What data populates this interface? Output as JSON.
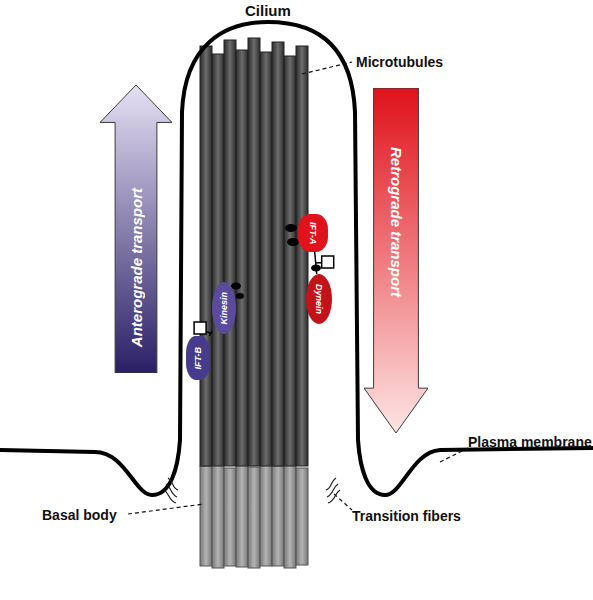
{
  "diagram": {
    "nodes": [
      {
        "text": [
          "Anterograde transport"
        ]
      },
      {
        "text": [
          "Retrograde transport"
        ]
      },
      {
        "text": [
          "IFT-A"
        ]
      },
      {
        "text": [
          "Dynein"
        ]
      },
      {
        "text": [
          "Kinesin"
        ]
      },
      {
        "text": [
          "IFT-B"
        ]
      }
    ],
    "edges": [
      {
        "from": 2,
        "to": 3,
        "arrow": "none"
      },
      {
        "from": 4,
        "to": 5,
        "arrow": "none"
      }
    ],
    "labels": [
      "Cilium",
      "Microtubules",
      "Plasma membrane",
      "Basal body",
      "Transition fibers"
    ]
  }
}
